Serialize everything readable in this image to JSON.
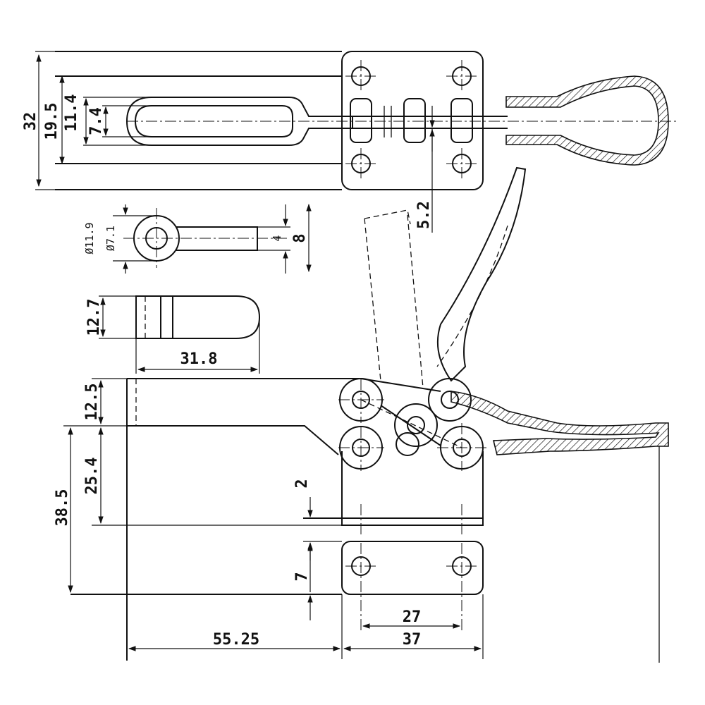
{
  "dimensions": {
    "total_height": "32",
    "slot_outer": "19.5",
    "slot_mid": "11.4",
    "slot_inner": "7.4",
    "offset": "5.2",
    "eye_outer": "Ø11.9",
    "eye_inner": "Ø7.1",
    "shank": "4",
    "shank_outer": "8",
    "tip_height": "12.7",
    "tip_length": "31.8",
    "arm_height": "12.5",
    "base_to_arm": "25.4",
    "base_height": "38.5",
    "gap": "2",
    "hole_offset": "7",
    "hole_spacing": "27",
    "base_width": "37",
    "reach": "55.25"
  }
}
